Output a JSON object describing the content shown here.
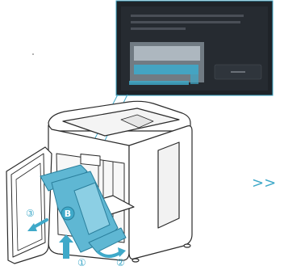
{
  "callout": {
    "screen_text_lines": [
      "",
      "",
      ""
    ],
    "button_label": ""
  },
  "labels": {
    "part_b": "B",
    "step_1": "①",
    "step_2": "②",
    "step_3": "③"
  },
  "next_indicator": ">>",
  "colors": {
    "accent": "#3fa9c9",
    "part_fill": "#5fb7d3",
    "screen_bg": "#1f2328",
    "screen_border": "#3fa9c9",
    "printer_outline": "#2b2b2b"
  },
  "icons": {
    "next": "double-chevron-right-icon",
    "arrow_up": "arrow-up-icon",
    "arrow_curve": "curved-arrow-icon",
    "arrow_left": "arrow-left-icon"
  }
}
